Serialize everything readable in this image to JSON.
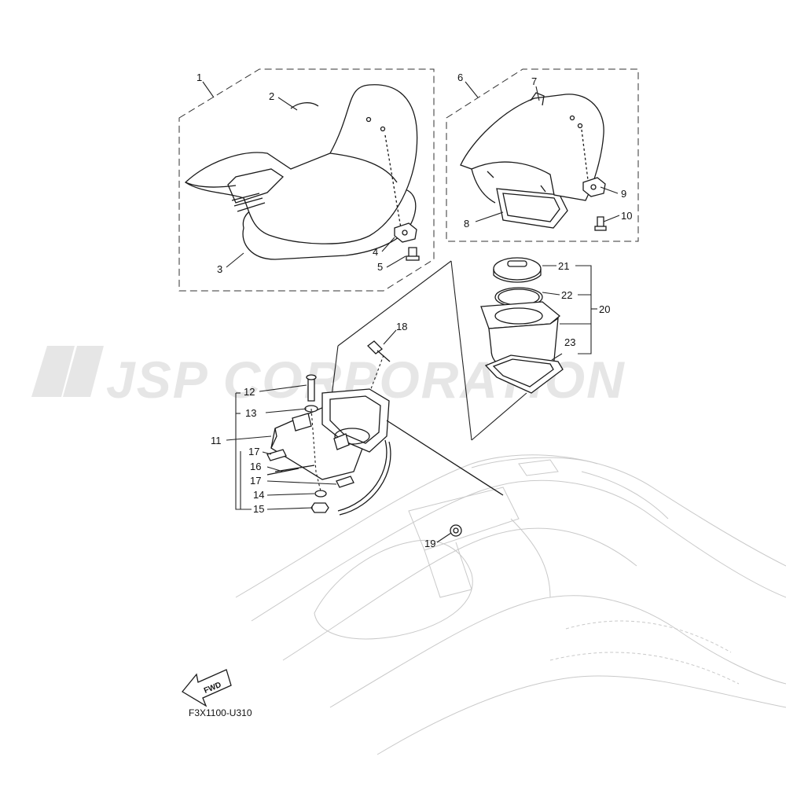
{
  "watermark": {
    "text": "JSP CORPORATION"
  },
  "diagram_code": "F3X1100-U310",
  "fwd_label": "FWD",
  "callouts": {
    "c1": "1",
    "c2": "2",
    "c3": "3",
    "c4": "4",
    "c5": "5",
    "c6": "6",
    "c7": "7",
    "c8": "8",
    "c9": "9",
    "c10": "10",
    "c11": "11",
    "c12": "12",
    "c13": "13",
    "c14": "14",
    "c15": "15",
    "c16": "16",
    "c17a": "17",
    "c17b": "17",
    "c18": "18",
    "c19": "19",
    "c20": "20",
    "c21": "21",
    "c22": "22",
    "c23": "23"
  }
}
